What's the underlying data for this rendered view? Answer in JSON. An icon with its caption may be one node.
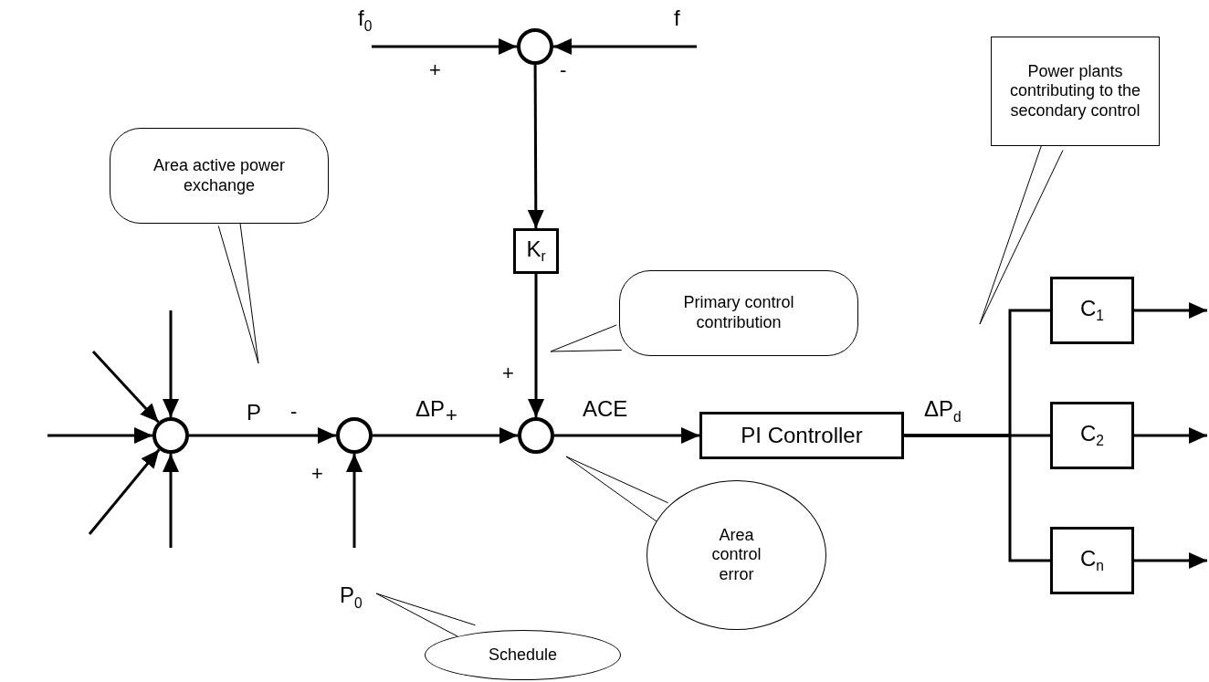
{
  "diagram": {
    "nodes": [
      {
        "text": [],
        "shape": "circle"
      },
      {
        "text": [
          "K$_{r}$"
        ]
      },
      {
        "text": [],
        "shape": "circle"
      },
      {
        "text": [],
        "shape": "circle"
      },
      {
        "text": [],
        "shape": "circle"
      },
      {
        "text": [
          "PI Controller"
        ]
      },
      {
        "text": [
          "C$_{1}$"
        ]
      },
      {
        "text": [
          "C$_{2}$"
        ]
      },
      {
        "text": [
          "C$_{n}$"
        ]
      },
      {
        "text": [
          "Area active power exchange"
        ]
      },
      {
        "text": [
          "Primary control contribution"
        ]
      },
      {
        "text": [
          "Power plants contributing to the secondary control"
        ]
      },
      {
        "text": [
          "Area control error"
        ]
      },
      {
        "text": [
          "Schedule"
        ]
      }
    ],
    "edges": [
      {
        "from": null,
        "to": 0,
        "arrow": "to",
        "label": "f$_{0}$"
      },
      {
        "from": null,
        "to": 0,
        "arrow": "to",
        "label": "f"
      },
      {
        "from": 0,
        "to": 1,
        "arrow": "to"
      },
      {
        "from": 1,
        "to": 4,
        "arrow": "to"
      },
      {
        "from": null,
        "to": 2,
        "arrow": "to"
      },
      {
        "from": null,
        "to": 2,
        "arrow": "to"
      },
      {
        "from": null,
        "to": 2,
        "arrow": "to"
      },
      {
        "from": null,
        "to": 2,
        "arrow": "to"
      },
      {
        "from": null,
        "to": 2,
        "arrow": "to"
      },
      {
        "from": 2,
        "to": 3,
        "arrow": "to",
        "label": "P"
      },
      {
        "from": null,
        "to": 3,
        "arrow": "to",
        "label": "P$_{0}$"
      },
      {
        "from": 3,
        "to": 4,
        "arrow": "to",
        "label": "ΔP"
      },
      {
        "from": 4,
        "to": 5,
        "arrow": "to",
        "label": "ACE"
      },
      {
        "from": 5,
        "to": 6,
        "arrow": "none"
      },
      {
        "from": 5,
        "to": 7,
        "arrow": "none",
        "label": "ΔP$_{d}$"
      },
      {
        "from": 5,
        "to": 8,
        "arrow": "none"
      },
      {
        "from": 6,
        "to": null,
        "arrow": "to"
      },
      {
        "from": 7,
        "to": null,
        "arrow": "to"
      },
      {
        "from": 8,
        "to": null,
        "arrow": "to"
      },
      {
        "from": 9,
        "to": null,
        "arrow": "none"
      },
      {
        "from": 10,
        "to": null,
        "arrow": "none"
      },
      {
        "from": 11,
        "to": null,
        "arrow": "none"
      },
      {
        "from": 12,
        "to": null,
        "arrow": "none"
      },
      {
        "from": 13,
        "to": null,
        "arrow": "none"
      }
    ],
    "labels": [
      "+",
      "-",
      "+",
      "-",
      "+",
      "+"
    ]
  }
}
